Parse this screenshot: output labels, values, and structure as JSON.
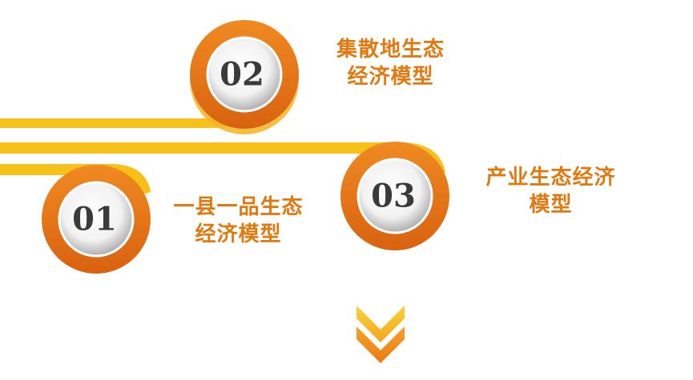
{
  "steps": [
    {
      "number": "01",
      "label_line1": "一县一品生态",
      "label_line2": "经济模型"
    },
    {
      "number": "02",
      "label_line1": "集散地生态",
      "label_line2": "经济模型"
    },
    {
      "number": "03",
      "label_line1": "产业生态经济",
      "label_line2": "模型"
    }
  ],
  "colors": {
    "ribbon_yellow": "#f7c11a",
    "ring_orange": "#ef7f1a",
    "ring_orange_dark": "#d9620f",
    "text_orange": "#e07a10",
    "number_gray": "#3a3a3a"
  },
  "icons": {
    "next_indicator": "double-chevron-down-icon"
  }
}
